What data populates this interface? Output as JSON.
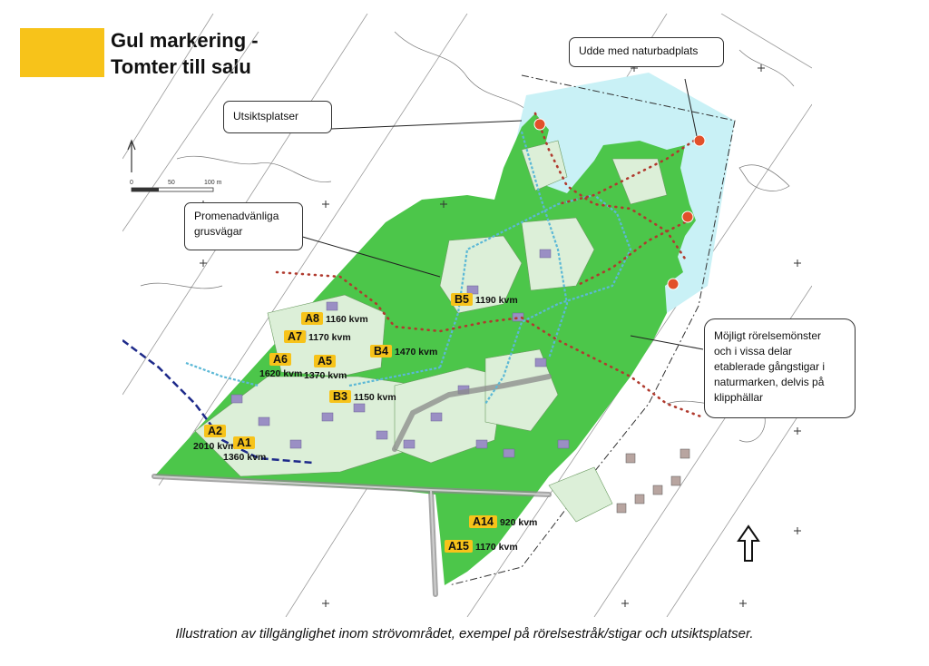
{
  "legend": {
    "color": "#f7c31a",
    "title_line1": "Gul markering -",
    "title_line2": "Tomter till salu"
  },
  "callouts": {
    "udde": "Udde med naturbadplats",
    "utsikt": "Utsiktsplatser",
    "promenad_line1": "Promenadvänliga",
    "promenad_line2": "grusvägar",
    "rorelse_line1": "Möjligt rörelsemönster",
    "rorelse_line2": "och i vissa delar",
    "rorelse_line3": "etablerade gångstigar i",
    "rorelse_line4": "naturmarken, delvis på",
    "rorelse_line5": "klipphällar"
  },
  "plots": [
    {
      "id": "A8",
      "area": "1160 kvm"
    },
    {
      "id": "A7",
      "area": "1170 kvm"
    },
    {
      "id": "A6",
      "area": "1620 kvm"
    },
    {
      "id": "A5",
      "area": "1370 kvm"
    },
    {
      "id": "B4",
      "area": "1470 kvm"
    },
    {
      "id": "B5",
      "area": "1190 kvm"
    },
    {
      "id": "B3",
      "area": "1150 kvm"
    },
    {
      "id": "A2",
      "area": "2010 kvm"
    },
    {
      "id": "A1",
      "area": "1360 kvm"
    },
    {
      "id": "A14",
      "area": "920 kvm"
    },
    {
      "id": "A15",
      "area": "1170 kvm"
    }
  ],
  "scale_bar": {
    "zero": "0",
    "fifty": "50",
    "hundred": "100 m"
  },
  "colors": {
    "water": "#c9f1f6",
    "green": "#4cc64a",
    "plot_fill": "#dcefd8",
    "road": "#8a8a8a",
    "path_dots": "#b03a2e",
    "path_blue": "#5bb8d6"
  },
  "caption": "Illustration av tillgänglighet inom strövområdet, exempel på rörelsestråk/stigar och utsiktsplatser."
}
